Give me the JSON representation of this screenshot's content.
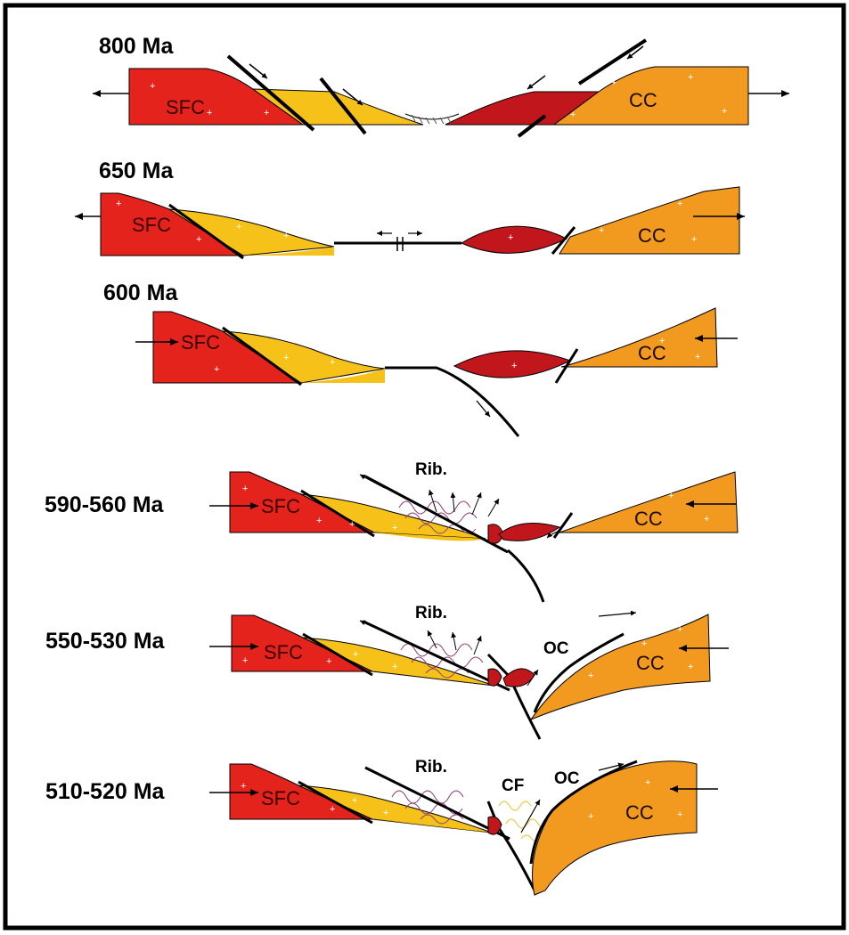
{
  "colors": {
    "sfc_red": "#e3231c",
    "ocean_darkred": "#c2161d",
    "sediment_yellow": "#f6c21a",
    "cc_orange": "#f29a1f",
    "outline": "#000000",
    "fold_purple": "#8a3a70",
    "fold_yellow": "#e8d36a"
  },
  "panels": [
    {
      "age": "800 Ma",
      "left_block": "SFC",
      "right_block": "CC"
    },
    {
      "age": "650 Ma",
      "left_block": "SFC",
      "right_block": "CC"
    },
    {
      "age": "600 Ma",
      "left_block": "SFC",
      "right_block": "CC"
    },
    {
      "age": "590-560 Ma",
      "left_block": "SFC",
      "right_block": "CC",
      "center_label": "Rib."
    },
    {
      "age": "550-530 Ma",
      "left_block": "SFC",
      "right_block": "CC",
      "center_label": "Rib.",
      "right_label": "OC"
    },
    {
      "age": "510-520 Ma",
      "left_block": "SFC",
      "right_block": "CC",
      "center_label": "Rib.",
      "mid_label": "CF",
      "right_label": "OC"
    }
  ]
}
